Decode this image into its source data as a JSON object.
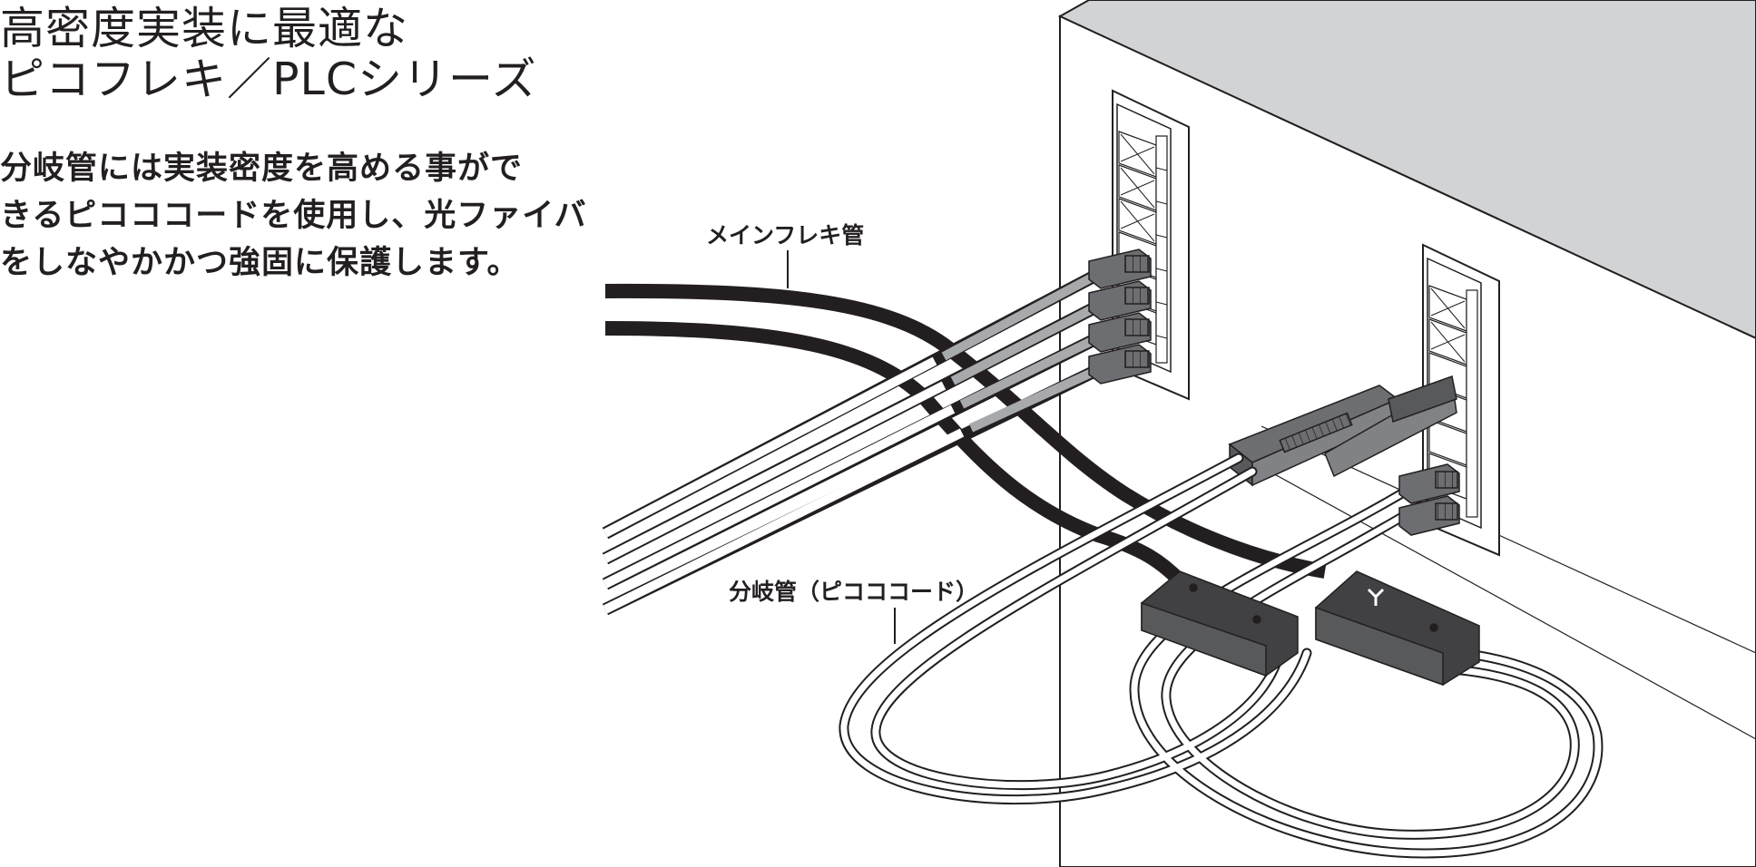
{
  "title": {
    "line1": "高密度実装に最適な",
    "line2": "ピコフレキ／PLCシリーズ"
  },
  "description": {
    "line1": "分岐管には実装密度を高める事がで",
    "line2": "きるピコココードを使用し、光ファイバ",
    "line3": "をしなやかかつ強固に保護します。"
  },
  "callouts": {
    "main_flex_tube": "メインフレキ管",
    "branch_tube": "分岐管（ピコココード）"
  },
  "colors": {
    "text": "#231f20",
    "cabinet_top": "#d1d3d4",
    "main_tube": "#231f20",
    "connector": "#58595b",
    "splitter": "#414042"
  }
}
